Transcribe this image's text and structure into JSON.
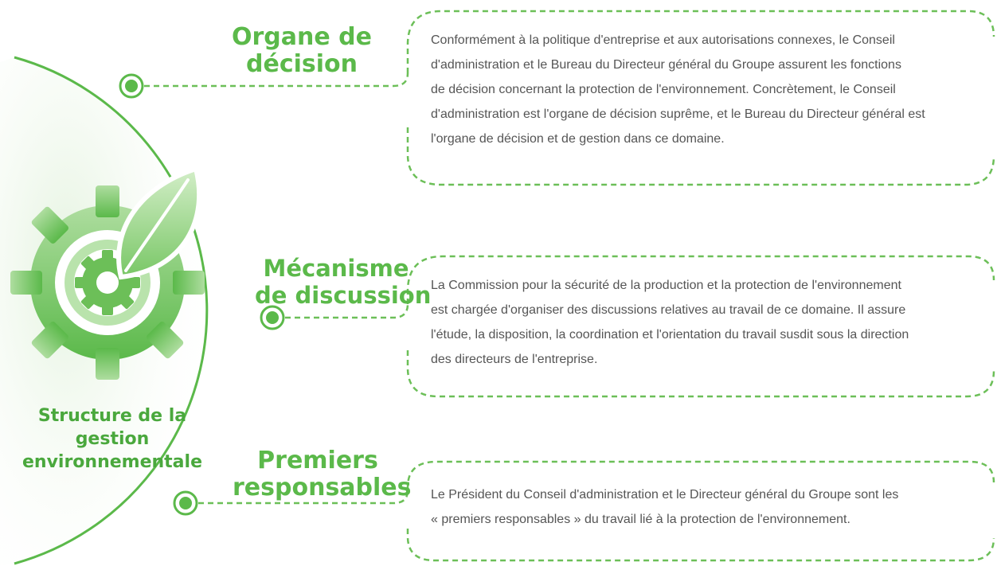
{
  "center": {
    "title_line1": "Structure de la gestion",
    "title_line2": "environnementale",
    "icon": "gear-leaf-icon"
  },
  "items": [
    {
      "title_line1": "Organe de",
      "title_line2": "décision",
      "description_lines": [
        "Conformément à la politique d'entreprise et aux autorisations connexes, le Conseil",
        "d'administration et le Bureau du Directeur général du Groupe assurent les fonctions",
        "de décision concernant la protection de l'environnement. Concrètement, le Conseil",
        "d'administration est l'organe de décision suprême, et le Bureau du Directeur général est",
        "l'organe de décision et de gestion dans ce domaine."
      ]
    },
    {
      "title_line1": "Mécanisme",
      "title_line2": "de discussion",
      "description_lines": [
        "La Commission pour la sécurité de la production et la protection de l'environnement",
        "est chargée d'organiser des discussions relatives au travail de ce domaine. Il assure",
        "l'étude, la disposition, la coordination et l'orientation du travail susdit sous la direction",
        "des directeurs de l'entreprise."
      ]
    },
    {
      "title_line1": "Premiers",
      "title_line2": "responsables",
      "description_lines": [
        "Le Président du Conseil d'administration et le Directeur général du Groupe sont les",
        "« premiers responsables » du travail lié à la protection de l'environnement."
      ]
    }
  ],
  "colors": {
    "accent": "#5bb94a",
    "accent_dark": "#3f9a33",
    "text": "#555555"
  }
}
